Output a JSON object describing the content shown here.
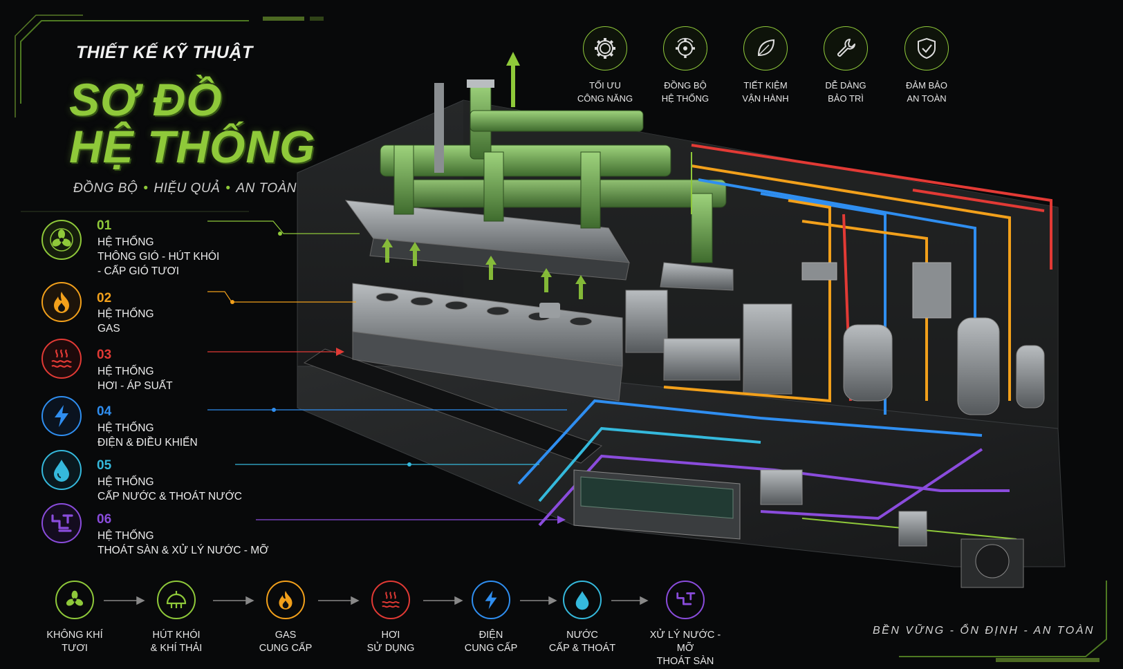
{
  "header": {
    "kicker": "THIẾT KẾ KỸ THUẬT",
    "title_line1": "SƠ ĐỒ",
    "title_line2": "HỆ THỐNG",
    "tagline": [
      "ĐỒNG BỘ",
      "HIỆU QUẢ",
      "AN TOÀN"
    ]
  },
  "features": [
    {
      "icon": "gear-icon",
      "line1": "TỐI ƯU",
      "line2": "CÔNG NĂNG"
    },
    {
      "icon": "sync-gear-icon",
      "line1": "ĐỒNG BỘ",
      "line2": "HỆ THỐNG"
    },
    {
      "icon": "leaf-icon",
      "line1": "TIẾT KIỆM",
      "line2": "VẬN HÀNH"
    },
    {
      "icon": "wrench-icon",
      "line1": "DỄ DÀNG",
      "line2": "BẢO TRÌ"
    },
    {
      "icon": "shield-check-icon",
      "line1": "ĐẢM BẢO",
      "line2": "AN TOÀN"
    }
  ],
  "systems": [
    {
      "num": "01",
      "icon": "fan-icon",
      "color": "#8fc93a",
      "lines": [
        "HỆ THỐNG",
        "THÔNG GIÓ - HÚT KHÓI",
        "- CẤP GIÓ TƯƠI"
      ]
    },
    {
      "num": "02",
      "icon": "flame-icon",
      "color": "#f2a01b",
      "lines": [
        "HỆ THỐNG",
        "GAS"
      ]
    },
    {
      "num": "03",
      "icon": "steam-icon",
      "color": "#e23a35",
      "lines": [
        "HỆ THỐNG",
        "HƠI - ÁP SUẤT"
      ]
    },
    {
      "num": "04",
      "icon": "lightning-icon",
      "color": "#2f8ef0",
      "lines": [
        "HỆ THỐNG",
        "ĐIỆN & ĐIỀU KHIỂN"
      ]
    },
    {
      "num": "05",
      "icon": "water-drop-icon",
      "color": "#35b9dc",
      "lines": [
        "HỆ THỐNG",
        "CẤP NƯỚC & THOÁT NƯỚC"
      ]
    },
    {
      "num": "06",
      "icon": "drain-pipe-icon",
      "color": "#8a4cdc",
      "lines": [
        "HỆ THỐNG",
        "THOÁT SÀN & XỬ LÝ NƯỚC - MỠ"
      ]
    }
  ],
  "flow": [
    {
      "icon": "fan-icon",
      "color": "#8fc93a",
      "line1": "KHÔNG KHÍ",
      "line2": "TƯƠI"
    },
    {
      "icon": "hood-icon",
      "color": "#8fc93a",
      "line1": "HÚT KHÓI",
      "line2": "& KHÍ THẢI"
    },
    {
      "icon": "flame-icon",
      "color": "#f2a01b",
      "line1": "GAS",
      "line2": "CUNG CẤP"
    },
    {
      "icon": "steam-icon",
      "color": "#e23a35",
      "line1": "HƠI",
      "line2": "SỬ DỤNG"
    },
    {
      "icon": "lightning-icon",
      "color": "#2f8ef0",
      "line1": "ĐIỆN",
      "line2": "CUNG CẤP"
    },
    {
      "icon": "water-drop-icon",
      "color": "#35b9dc",
      "line1": "NƯỚC",
      "line2": "CẤP & THOÁT"
    },
    {
      "icon": "drain-pipe-icon",
      "color": "#8a4cdc",
      "line1": "XỬ LÝ NƯỚC - MỠ",
      "line2": "THOÁT SÀN"
    }
  ],
  "slogan": "BỀN VỮNG - ỔN ĐỊNH - AN TOÀN"
}
